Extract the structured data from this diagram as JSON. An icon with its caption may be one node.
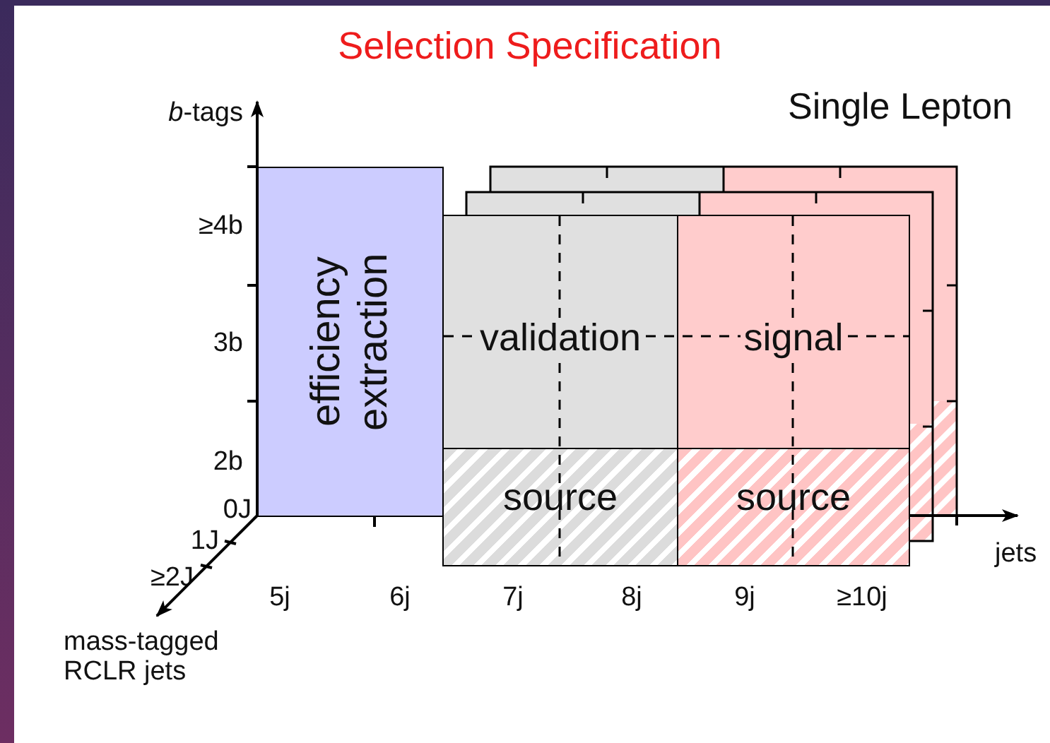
{
  "diagram": {
    "title": "Selection Specification",
    "nodes": [
      {
        "text": [
          "efficiency extraction"
        ]
      },
      {
        "text": [
          "validation"
        ]
      },
      {
        "text": [
          "signal"
        ]
      },
      {
        "text": [
          "source"
        ]
      },
      {
        "text": [
          "source"
        ]
      }
    ],
    "labels": [
      "*b*-tags",
      "Single Lepton",
      "≥4b",
      "3b",
      "2b",
      "0J",
      "1J",
      "≥2J",
      "5j",
      "6j",
      "7j",
      "8j",
      "9j",
      "≥10j",
      "jets",
      "mass-tagged RCLR jets"
    ]
  }
}
